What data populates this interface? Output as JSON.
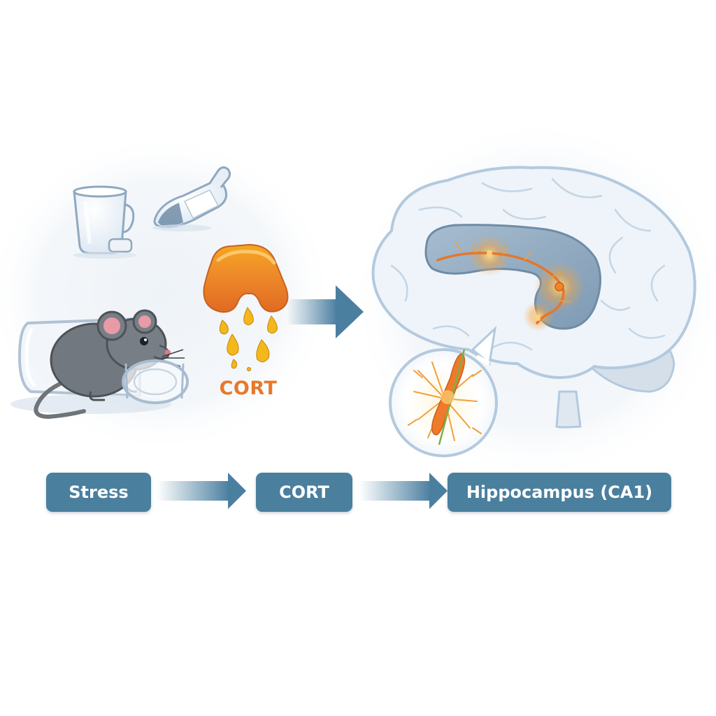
{
  "illustration": {
    "cort_label": "CORT"
  },
  "flow": {
    "steps": [
      {
        "label": "Stress"
      },
      {
        "label": "CORT"
      },
      {
        "label": "Hippocampus (CA1)"
      }
    ]
  },
  "colors": {
    "box_fill": "#4a7f9e",
    "arrow": "#4b7fa0",
    "cort_orange": "#e8782a",
    "cort_droplet": "#f2b81c",
    "brain_fill": "#eef4fa",
    "brain_outline": "#b3c9de",
    "hippocampus_fill": "#8fa9c0",
    "neuron_glow": "#f39a2a",
    "mouse_gray": "#6f7479",
    "mouse_ear": "#e89aa6"
  }
}
